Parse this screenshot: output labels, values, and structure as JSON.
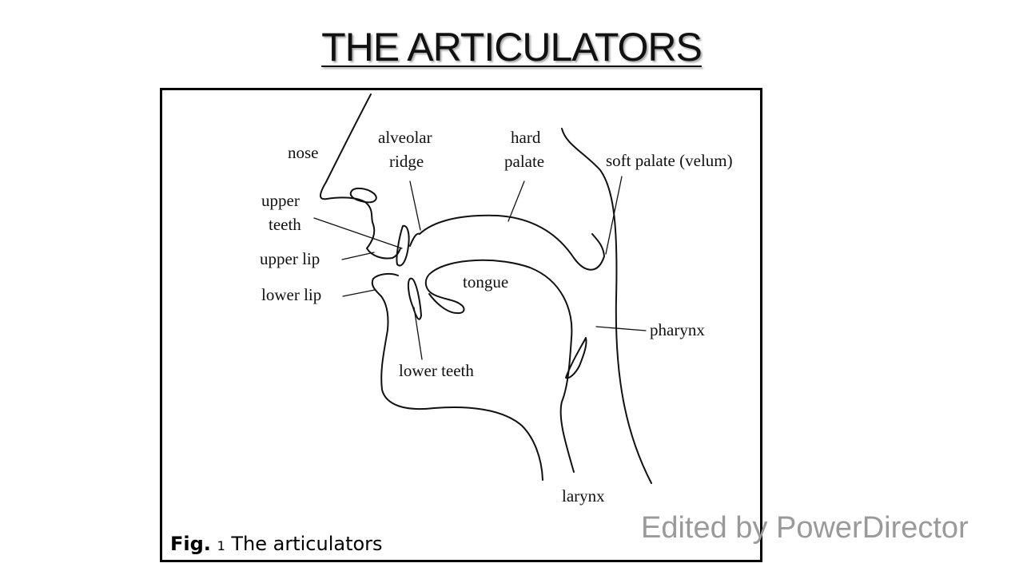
{
  "title": "THE ARTICULATORS",
  "diagram": {
    "labels": {
      "nose": "nose",
      "alveolar_ridge_1": "alveolar",
      "alveolar_ridge_2": "ridge",
      "hard_palate_1": "hard",
      "hard_palate_2": "palate",
      "soft_palate": "soft palate (velum)",
      "upper_teeth_1": "upper",
      "upper_teeth_2": "teeth",
      "upper_lip": "upper lip",
      "lower_lip": "lower lip",
      "tongue": "tongue",
      "pharynx": "pharynx",
      "lower_teeth": "lower teeth",
      "larynx": "larynx"
    }
  },
  "caption": {
    "fig_prefix": "Fig.",
    "fig_number": "1",
    "text": "The articulators"
  },
  "watermark": "Edited by PowerDirector"
}
